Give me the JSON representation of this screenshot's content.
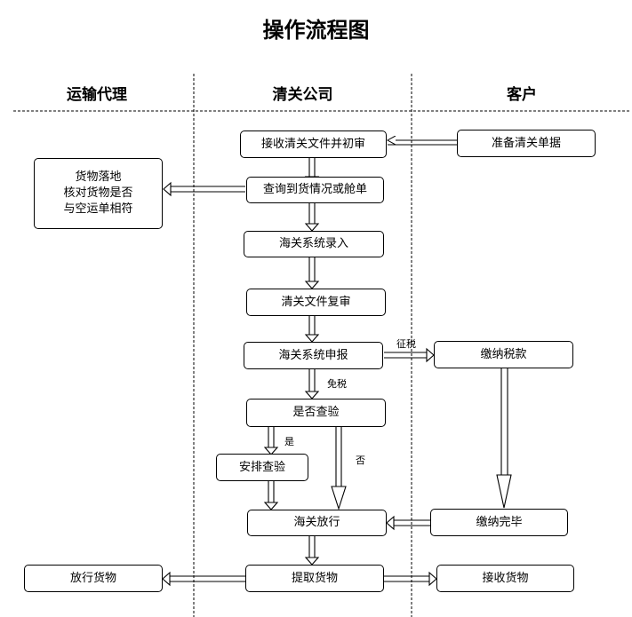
{
  "title": "操作流程图",
  "lanes": [
    "运输代理",
    "清关公司",
    "客户"
  ],
  "nodes": {
    "receive_docs": "接收清关文件并初审",
    "prepare_docs": "准备清关单据",
    "query_cargo": "查询到货情况或舱单",
    "cargo_landing_line1": "货物落地",
    "cargo_landing_line2": "核对货物是否",
    "cargo_landing_line3": "与空运单相符",
    "customs_entry": "海关系统录入",
    "recheck": "清关文件复审",
    "declare": "海关系统申报",
    "pay_tax": "缴纳税款",
    "inspect_q": "是否查验",
    "arrange_inspection": "安排查验",
    "release": "海关放行",
    "paid": "缴纳完毕",
    "release_goods": "放行货物",
    "pickup": "提取货物",
    "receive_goods": "接收货物"
  },
  "edge_labels": {
    "tax": "征税",
    "duty_free": "免税",
    "yes": "是",
    "no": "否"
  }
}
